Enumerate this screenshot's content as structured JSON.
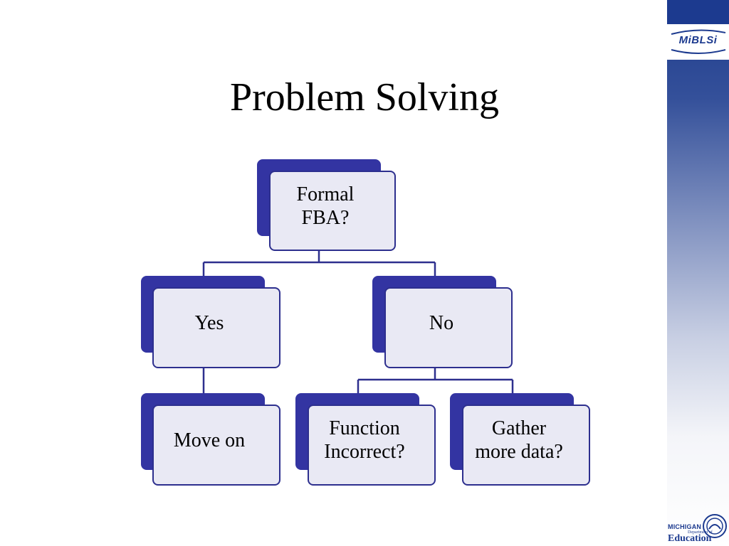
{
  "slide": {
    "title": "Problem Solving"
  },
  "sidebar": {
    "logo_text": "MiBLSi"
  },
  "footer": {
    "org_line1": "MICHIGAN",
    "org_line2": "Department of",
    "org_line3": "Education"
  },
  "diagram": {
    "root": {
      "line1": "Formal",
      "line2": "FBA?"
    },
    "yes": {
      "label": "Yes"
    },
    "no": {
      "label": "No"
    },
    "move_on": {
      "label": "Move on"
    },
    "function_incorrect": {
      "line1": "Function",
      "line2": "Incorrect?"
    },
    "gather_data": {
      "line1": "Gather",
      "line2": "more data?"
    }
  },
  "colors": {
    "box_back": "#3334a2",
    "box_front": "#e9e9f4",
    "box_border": "#2d2f8e",
    "connector": "#2d2f8e",
    "sidebar_accent": "#1c3a8f"
  }
}
